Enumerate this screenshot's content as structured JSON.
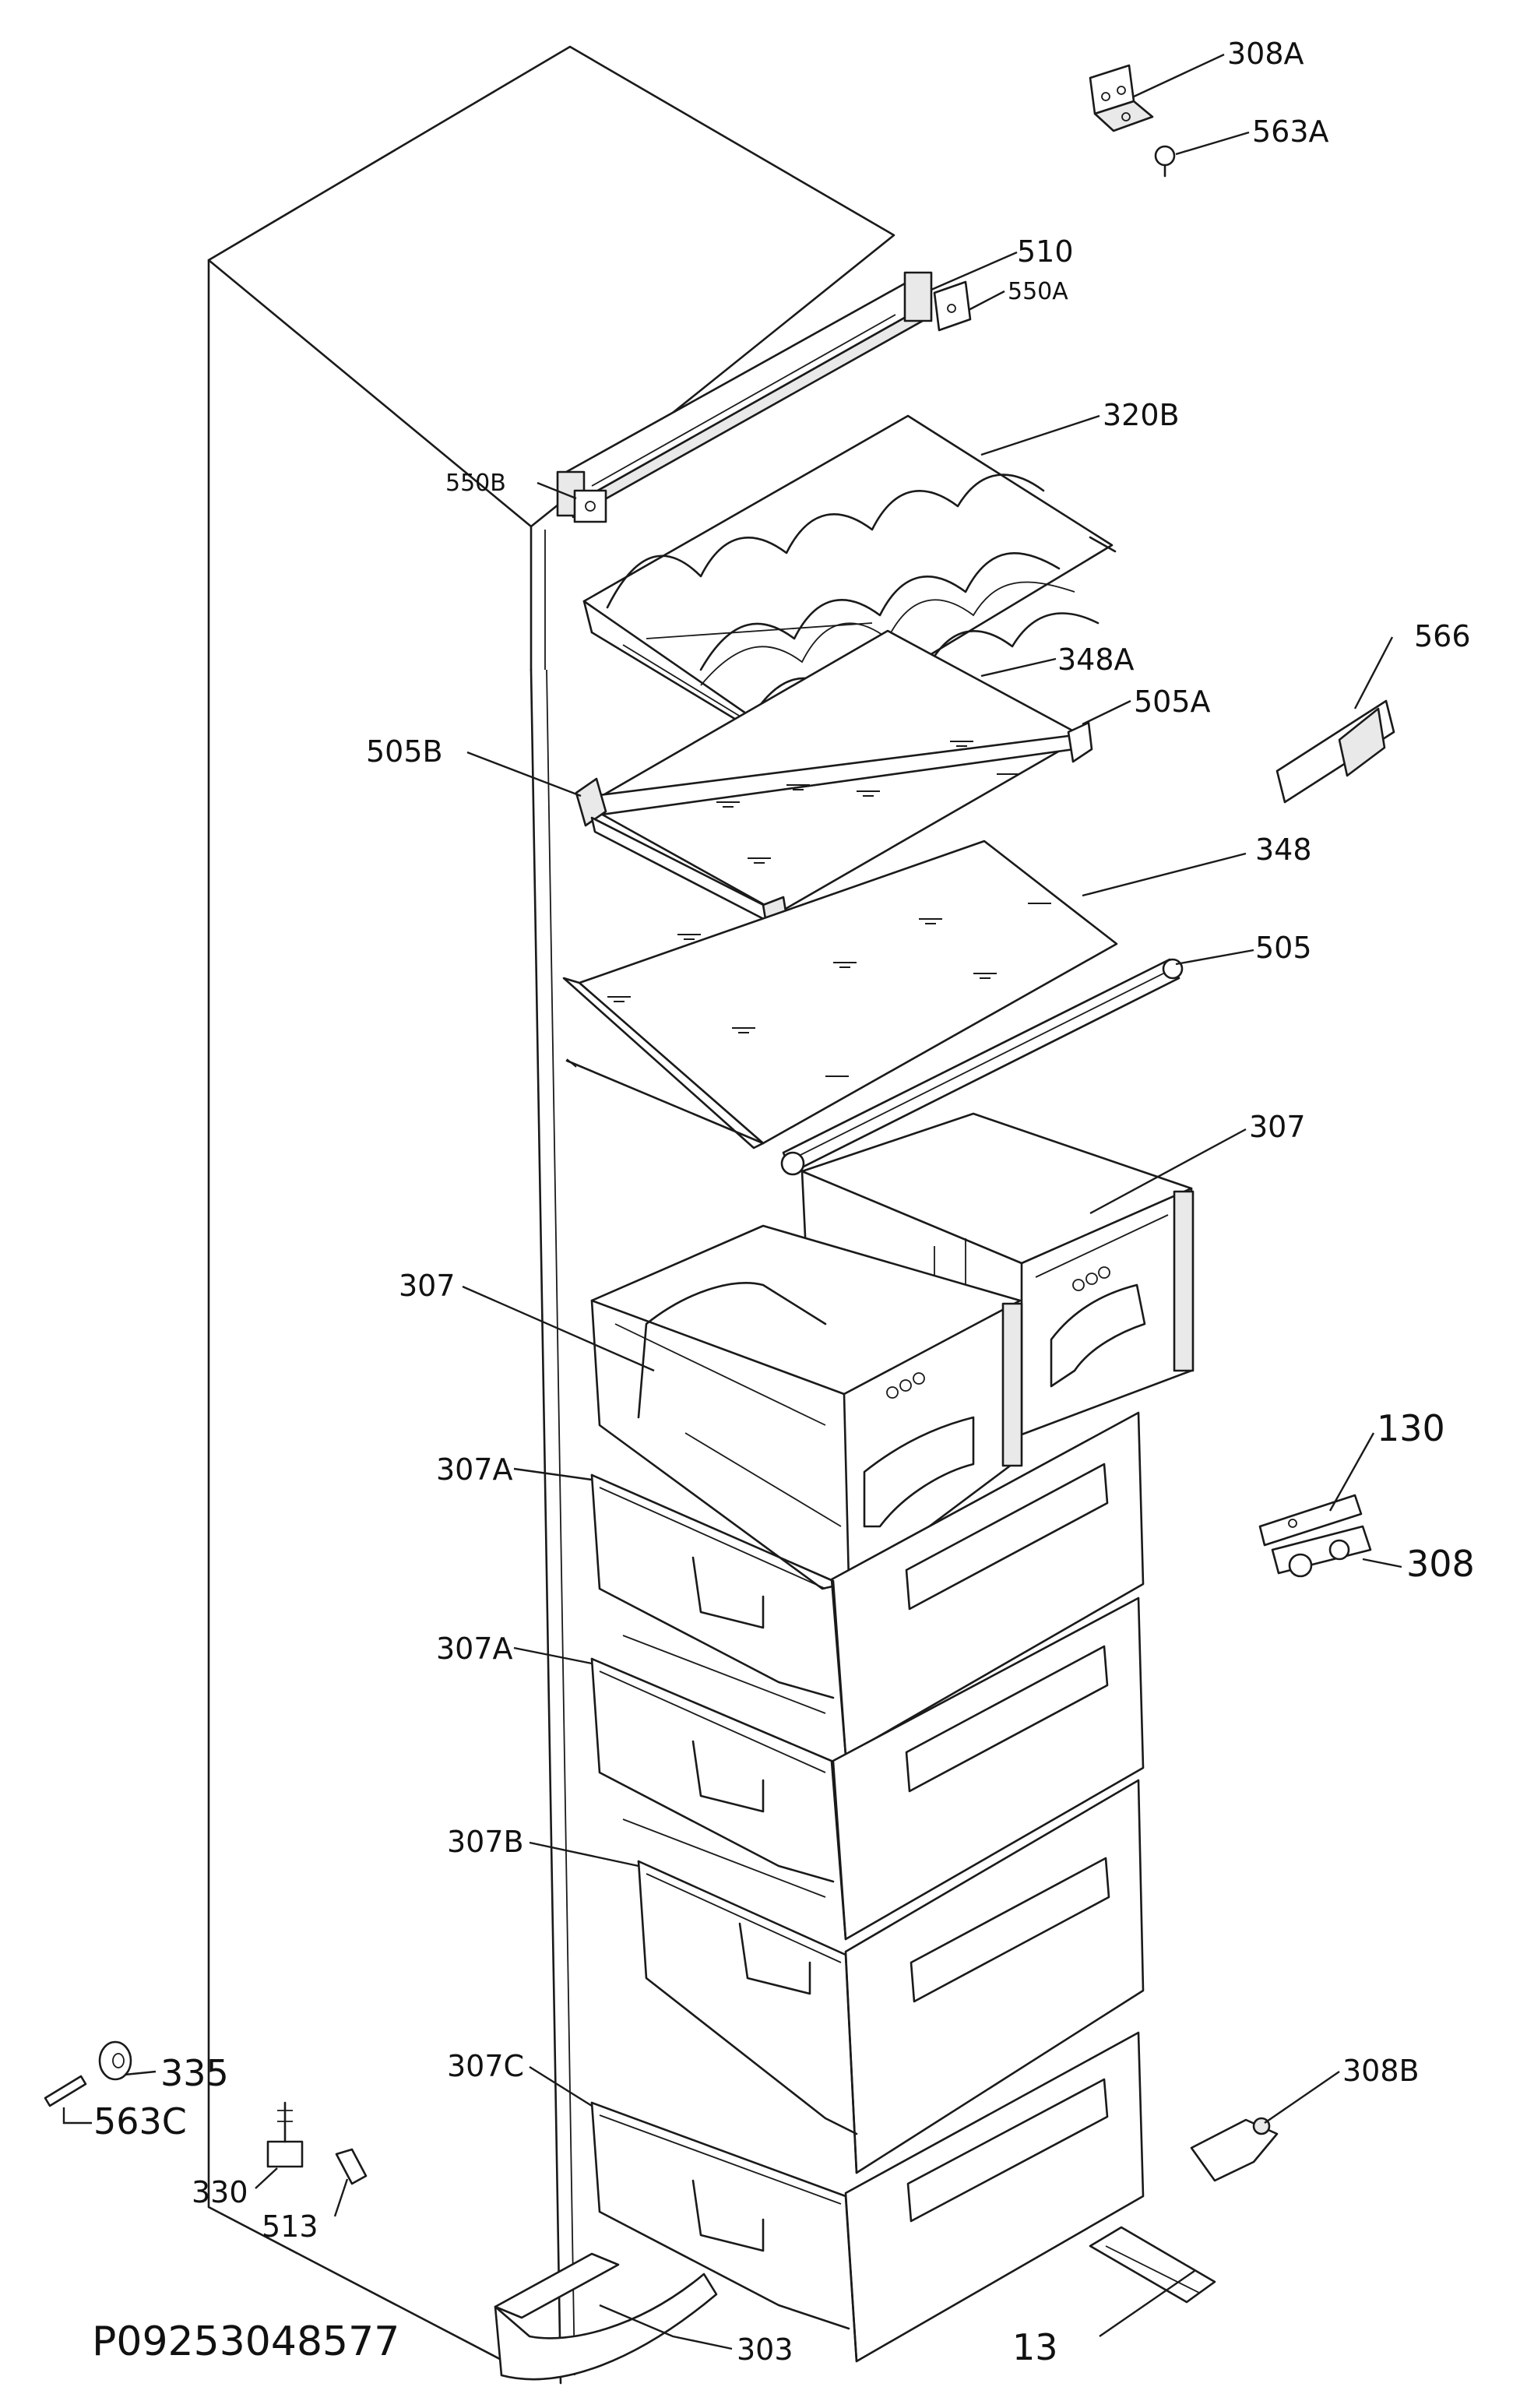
{
  "diagram": {
    "code": "P09253048577",
    "labels": {
      "l308A": "308A",
      "l563A": "563A",
      "l510": "510",
      "l550A": "550A",
      "l550B": "550B",
      "l320B": "320B",
      "l348A": "348A",
      "l505A": "505A",
      "l505B": "505B",
      "l566": "566",
      "l348": "348",
      "l505": "505",
      "l307r": "307",
      "l307l": "307",
      "l130": "130",
      "l308": "308",
      "l307A1": "307A",
      "l307A2": "307A",
      "l307B": "307B",
      "l307C": "307C",
      "l308B": "308B",
      "l335": "335",
      "l563C": "563C",
      "l330": "330",
      "l513": "513",
      "l303": "303",
      "l13": "13"
    }
  }
}
